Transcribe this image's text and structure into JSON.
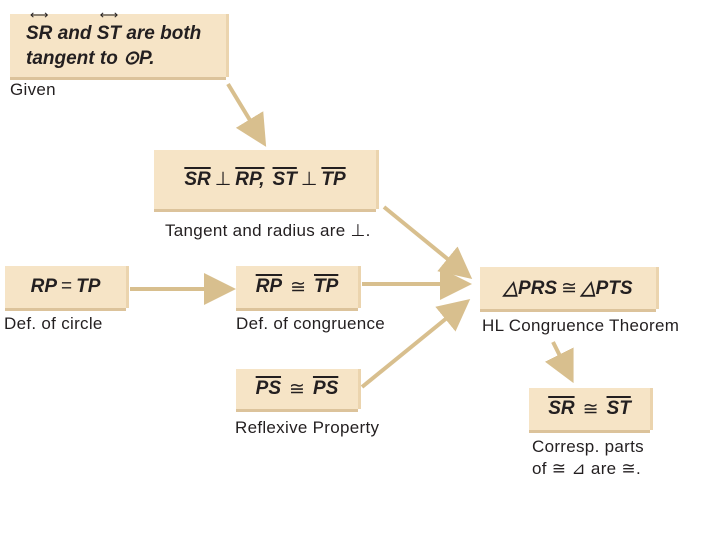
{
  "given": {
    "seg1": "SR",
    "connector1": "and",
    "seg2": "ST",
    "tail1": "are both",
    "line2": "tangent to ⊙P.",
    "caption": "Given"
  },
  "perp": {
    "seg_a": "SR",
    "perp_sym1": "⊥",
    "seg_b": "RP,",
    "seg_c": "ST",
    "perp_sym2": "⊥",
    "seg_d": "TP",
    "caption": "Tangent and radius are ⊥."
  },
  "radii": {
    "left": "RP",
    "eq": "=",
    "right": "TP",
    "caption": "Def. of circle"
  },
  "congruent_radii": {
    "left": "RP",
    "sym": "≅",
    "right": "TP",
    "caption": "Def. of congruence"
  },
  "reflexive": {
    "left": "PS",
    "sym": "≅",
    "right": "PS",
    "caption": "Reflexive Property"
  },
  "triangles": {
    "left": "△PRS",
    "sym": "≅",
    "right": "△PTS",
    "caption": "HL Congruence Theorem"
  },
  "conclusion": {
    "left": "SR",
    "sym": "≅",
    "right": "ST",
    "caption_line1": "Corresp. parts",
    "caption_line2": "of ≅ ⊿ are ≅."
  },
  "colors": {
    "box_fill": "#f6e4c6",
    "arrow": "#d8bf8e",
    "text": "#231f20"
  }
}
